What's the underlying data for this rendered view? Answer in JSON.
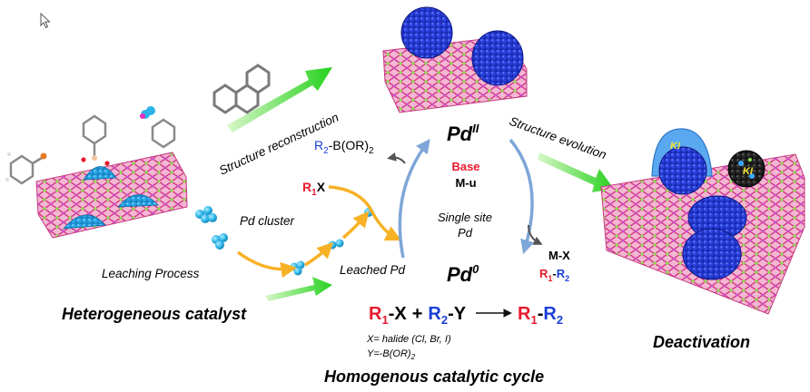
{
  "labels": {
    "structure_reconstruction": "Structure reconstruction",
    "structure_evolution": "Structure evolution",
    "pd_cluster": "Pd cluster",
    "leaching_process": "Leaching Process",
    "leached_pd": "Leached Pd",
    "heterogeneous_catalyst": "Heterogeneous catalyst",
    "homogenous_cycle": "Homogenous catalytic cycle",
    "deactivation": "Deactivation",
    "single_site_line1": "Single site",
    "single_site_line2": "Pd",
    "base": "Base",
    "m_u": "M-u",
    "m_x": "M-X",
    "ki": "KI"
  },
  "species": {
    "pd_ii": {
      "symbol": "Pd",
      "sup": "II"
    },
    "pd_0": {
      "symbol": "Pd",
      "sup": "0"
    },
    "r2_boron": {
      "r": "R",
      "sub": "2",
      "rest": "-B(OR)",
      "sub2": "2"
    },
    "r1x": {
      "r": "R",
      "sub": "1",
      "rest": "X"
    },
    "r1r2": {
      "r1": "R",
      "sub1": "1",
      "dash": "-",
      "r2": "R",
      "sub2": "2"
    }
  },
  "equation": {
    "a_r": "R",
    "a_sub": "1",
    "a_rest": "-X",
    "plus": "+",
    "b_r": "R",
    "b_sub": "2",
    "b_rest": "-Y",
    "c_r1": "R",
    "c_sub1": "1",
    "c_dash": "-",
    "c_r2": "R",
    "c_sub2": "2"
  },
  "notes": {
    "x_def": "X= halide  (Cl, Br, I)",
    "y_def_main": "Y=-B(OR)",
    "y_def_sub": "2"
  },
  "colors": {
    "red": "#e8192c",
    "blue": "#1b3fd8",
    "cycle_arrow": "#7ea6d8",
    "orange_arrow": "#f7b125",
    "green_arrow": "#36d632",
    "pd_cyan": "#29b6e8",
    "np_blue": "#1a2bb5",
    "support_pink": "#e86aa0"
  }
}
